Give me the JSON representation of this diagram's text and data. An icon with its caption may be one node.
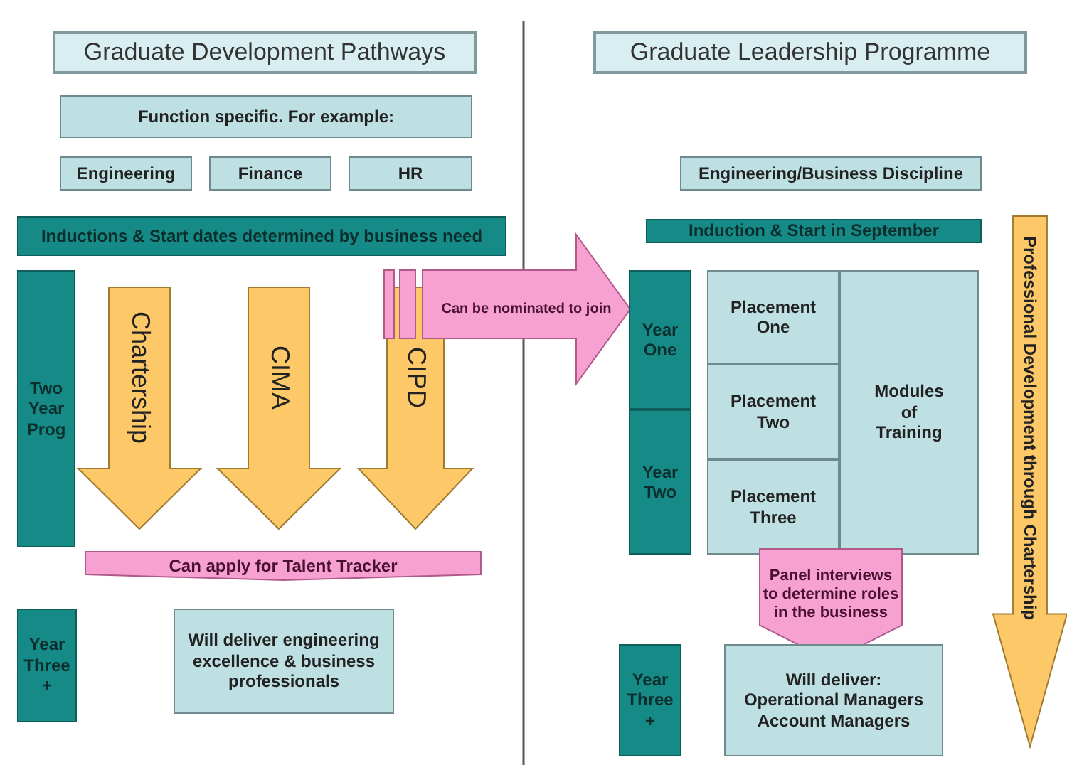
{
  "diagram": {
    "nodes": [
      {
        "text": [
          "Graduate Development Pathways"
        ]
      },
      {
        "text": [
          "Function specific. For example:"
        ]
      },
      {
        "text": [
          "Engineering"
        ]
      },
      {
        "text": [
          "Finance"
        ]
      },
      {
        "text": [
          "HR"
        ]
      },
      {
        "text": [
          "Inductions & Start dates determined by business need"
        ]
      },
      {
        "text": [
          "Two Year Prog"
        ]
      },
      {
        "text": [
          "Chartership"
        ]
      },
      {
        "text": [
          "CIMA"
        ]
      },
      {
        "text": [
          "CIPD"
        ]
      },
      {
        "text": [
          "Can be nominated to join"
        ]
      },
      {
        "text": [
          "Can apply for Talent Tracker"
        ]
      },
      {
        "text": [
          "Year Three +"
        ]
      },
      {
        "text": [
          "Will deliver engineering excellence & business professionals"
        ]
      },
      {
        "text": [
          "Graduate Leadership Programme"
        ]
      },
      {
        "text": [
          "Engineering/Business Discipline"
        ]
      },
      {
        "text": [
          "Induction & Start in September"
        ]
      },
      {
        "text": [
          "Year One"
        ]
      },
      {
        "text": [
          "Year Two"
        ]
      },
      {
        "text": [
          "Placement One"
        ]
      },
      {
        "text": [
          "Placement Two"
        ]
      },
      {
        "text": [
          "Placement Three"
        ]
      },
      {
        "text": [
          "Modules of Training"
        ]
      },
      {
        "text": [
          "Professional Development through Chartership"
        ]
      },
      {
        "text": [
          "Panel interviews to determine roles in the business"
        ]
      },
      {
        "text": [
          "Year Three +"
        ]
      },
      {
        "text": [
          "Will deliver: Operational Managers Account Managers"
        ]
      }
    ]
  }
}
